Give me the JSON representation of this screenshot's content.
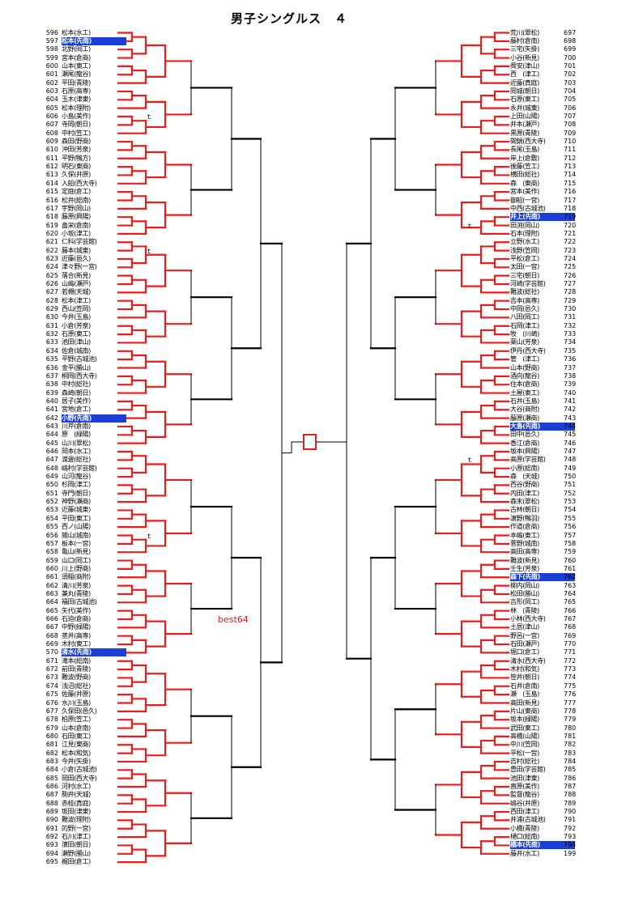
{
  "title": "男子シングルス　４",
  "best_label": "best64",
  "colors": {
    "line": "#e61e1e",
    "seed_bg": "#1b3fd6",
    "seed_fg": "#ffffff"
  },
  "left_players": [
    {
      "num": "596",
      "name": "松本(水工)",
      "seed": false
    },
    {
      "num": "597",
      "name": "松本(先南)",
      "seed": true
    },
    {
      "num": "598",
      "name": "北野(岡工)",
      "seed": false
    },
    {
      "num": "599",
      "name": "宮本(倉商)",
      "seed": false
    },
    {
      "num": "600",
      "name": "山本(東工)",
      "seed": false
    },
    {
      "num": "601",
      "name": "瀬尾(龍谷)",
      "seed": false
    },
    {
      "num": "602",
      "name": "平田(青陵)",
      "seed": false
    },
    {
      "num": "603",
      "name": "石原(高専)",
      "seed": false
    },
    {
      "num": "604",
      "name": "玉木(津東)",
      "seed": false
    },
    {
      "num": "605",
      "name": "松本(理附)",
      "seed": false
    },
    {
      "num": "606",
      "name": "小島(美作)",
      "seed": false
    },
    {
      "num": "607",
      "name": "寺岡(朝日)",
      "seed": false
    },
    {
      "num": "608",
      "name": "中村(笠工)",
      "seed": false
    },
    {
      "num": "609",
      "name": "森田(野商)",
      "seed": false
    },
    {
      "num": "610",
      "name": "沖田(芳泉)",
      "seed": false
    },
    {
      "num": "611",
      "name": "平野(鴨方)",
      "seed": false
    },
    {
      "num": "612",
      "name": "明石(東商)",
      "seed": false
    },
    {
      "num": "613",
      "name": "久保(井原)",
      "seed": false
    },
    {
      "num": "614",
      "name": "入船(西大寺)",
      "seed": false
    },
    {
      "num": "615",
      "name": "定庭(倉工)",
      "seed": false
    },
    {
      "num": "616",
      "name": "松井(総南)",
      "seed": false
    },
    {
      "num": "617",
      "name": "宇野(岡山)",
      "seed": false
    },
    {
      "num": "618",
      "name": "藤原(興陽)",
      "seed": false
    },
    {
      "num": "619",
      "name": "畠栄(倉南)",
      "seed": false
    },
    {
      "num": "620",
      "name": "小坂(津工)",
      "seed": false
    },
    {
      "num": "621",
      "name": "仁科(学芸館)",
      "seed": false
    },
    {
      "num": "622",
      "name": "藤本(城東)",
      "seed": false
    },
    {
      "num": "623",
      "name": "近藤(邑久)",
      "seed": false
    },
    {
      "num": "624",
      "name": "津々野(一宮)",
      "seed": false
    },
    {
      "num": "625",
      "name": "落合(新見)",
      "seed": false
    },
    {
      "num": "626",
      "name": "山嶋(瀬戸)",
      "seed": false
    },
    {
      "num": "627",
      "name": "若槻(天城)",
      "seed": false
    },
    {
      "num": "628",
      "name": "松本(津工)",
      "seed": false
    },
    {
      "num": "629",
      "name": "西山(笠岡)",
      "seed": false
    },
    {
      "num": "630",
      "name": "今井(玉島)",
      "seed": false
    },
    {
      "num": "631",
      "name": "小倉(芳泉)",
      "seed": false
    },
    {
      "num": "632",
      "name": "石原(東工)",
      "seed": false
    },
    {
      "num": "633",
      "name": "池田(津山)",
      "seed": false
    },
    {
      "num": "634",
      "name": "佐倉(城南)",
      "seed": false
    },
    {
      "num": "635",
      "name": "平野(古城池)",
      "seed": false
    },
    {
      "num": "636",
      "name": "金平(勝山)",
      "seed": false
    },
    {
      "num": "637",
      "name": "桐岡(西大寺)",
      "seed": false
    },
    {
      "num": "638",
      "name": "中村(総社)",
      "seed": false
    },
    {
      "num": "639",
      "name": "森崎(朝日)",
      "seed": false
    },
    {
      "num": "640",
      "name": "居子(美作)",
      "seed": false
    },
    {
      "num": "641",
      "name": "宮地(倉工)",
      "seed": false
    },
    {
      "num": "642",
      "name": "小野(先南)",
      "seed": true
    },
    {
      "num": "643",
      "name": "川芹(倉南)",
      "seed": false
    },
    {
      "num": "644",
      "name": "原　(緑陽)",
      "seed": false
    },
    {
      "num": "645",
      "name": "山川(翠松)",
      "seed": false
    },
    {
      "num": "646",
      "name": "岡本(水工)",
      "seed": false
    },
    {
      "num": "647",
      "name": "渡邊(総社)",
      "seed": false
    },
    {
      "num": "648",
      "name": "嶋村(学芸館)",
      "seed": false
    },
    {
      "num": "649",
      "name": "山河(龍谷)",
      "seed": false
    },
    {
      "num": "650",
      "name": "杉岡(津工)",
      "seed": false
    },
    {
      "num": "651",
      "name": "寺門(朝日)",
      "seed": false
    },
    {
      "num": "652",
      "name": "神野(瀬商)",
      "seed": false
    },
    {
      "num": "653",
      "name": "近藤(城東)",
      "seed": false
    },
    {
      "num": "654",
      "name": "平田(東工)",
      "seed": false
    },
    {
      "num": "655",
      "name": "西ノ(山陽)",
      "seed": false
    },
    {
      "num": "656",
      "name": "雑山(城南)",
      "seed": false
    },
    {
      "num": "657",
      "name": "板本(一宮)",
      "seed": false
    },
    {
      "num": "658",
      "name": "亀山(新見)",
      "seed": false
    },
    {
      "num": "659",
      "name": "山口(岡工)",
      "seed": false
    },
    {
      "num": "660",
      "name": "川上(野商)",
      "seed": false
    },
    {
      "num": "661",
      "name": "須稲(商附)",
      "seed": false
    },
    {
      "num": "662",
      "name": "清川(芳泉)",
      "seed": false
    },
    {
      "num": "663",
      "name": "兼丸(青陵)",
      "seed": false
    },
    {
      "num": "664",
      "name": "福田(古城池)",
      "seed": false
    },
    {
      "num": "665",
      "name": "矢代(美作)",
      "seed": false
    },
    {
      "num": "666",
      "name": "石迫(倉商)",
      "seed": false
    },
    {
      "num": "667",
      "name": "中野(緑陽)",
      "seed": false
    },
    {
      "num": "668",
      "name": "茎井(高専)",
      "seed": false
    },
    {
      "num": "669",
      "name": "木村(東工)",
      "seed": false
    },
    {
      "num": "570",
      "name": "清水(先南)",
      "seed": true
    },
    {
      "num": "671",
      "name": "滝本(総南)",
      "seed": false
    },
    {
      "num": "672",
      "name": "前田(青陵)",
      "seed": false
    },
    {
      "num": "673",
      "name": "難波(野商)",
      "seed": false
    },
    {
      "num": "674",
      "name": "浅沼(総社)",
      "seed": false
    },
    {
      "num": "675",
      "name": "佐藤(井原)",
      "seed": false
    },
    {
      "num": "676",
      "name": "水川(玉島)",
      "seed": false
    },
    {
      "num": "677",
      "name": "久保田(邑久)",
      "seed": false
    },
    {
      "num": "678",
      "name": "柏原(笠工)",
      "seed": false
    },
    {
      "num": "679",
      "name": "山本(倉南)",
      "seed": false
    },
    {
      "num": "680",
      "name": "石田(東工)",
      "seed": false
    },
    {
      "num": "681",
      "name": "江見(東商)",
      "seed": false
    },
    {
      "num": "682",
      "name": "松本(和気)",
      "seed": false
    },
    {
      "num": "683",
      "name": "今井(矢掛)",
      "seed": false
    },
    {
      "num": "684",
      "name": "小倉(古城池)",
      "seed": false
    },
    {
      "num": "685",
      "name": "岡田(西大寺)",
      "seed": false
    },
    {
      "num": "686",
      "name": "河村(水工)",
      "seed": false
    },
    {
      "num": "687",
      "name": "駒井(天城)",
      "seed": false
    },
    {
      "num": "688",
      "name": "赤枝(真庭)",
      "seed": false
    },
    {
      "num": "689",
      "name": "坂田(津東)",
      "seed": false
    },
    {
      "num": "690",
      "name": "難波(理附)",
      "seed": false
    },
    {
      "num": "691",
      "name": "的野(一宮)",
      "seed": false
    },
    {
      "num": "692",
      "name": "石川(津工)",
      "seed": false
    },
    {
      "num": "693",
      "name": "濱田(朝日)",
      "seed": false
    },
    {
      "num": "694",
      "name": "瀬野(勝山)",
      "seed": false
    },
    {
      "num": "695",
      "name": "梶田(倉工)",
      "seed": false
    }
  ],
  "right_players": [
    {
      "num": "697",
      "name": "荒川(翠松)",
      "seed": false
    },
    {
      "num": "698",
      "name": "藤村(倉南)",
      "seed": false
    },
    {
      "num": "699",
      "name": "三宅(矢掛)",
      "seed": false
    },
    {
      "num": "700",
      "name": "小谷(新見)",
      "seed": false
    },
    {
      "num": "701",
      "name": "舜安(津山)",
      "seed": false
    },
    {
      "num": "702",
      "name": "西　(津工)",
      "seed": false
    },
    {
      "num": "703",
      "name": "近藤(真庭)",
      "seed": false
    },
    {
      "num": "704",
      "name": "岡城(朝日)",
      "seed": false
    },
    {
      "num": "705",
      "name": "石原(東工)",
      "seed": false
    },
    {
      "num": "706",
      "name": "永井(城東)",
      "seed": false
    },
    {
      "num": "707",
      "name": "上田(山陽)",
      "seed": false
    },
    {
      "num": "708",
      "name": "井本(瀬戸)",
      "seed": false
    },
    {
      "num": "709",
      "name": "黒原(青陵)",
      "seed": false
    },
    {
      "num": "710",
      "name": "間鍋(西大寺)",
      "seed": false
    },
    {
      "num": "711",
      "name": "長尾(玉島)",
      "seed": false
    },
    {
      "num": "712",
      "name": "岸上(倉敷)",
      "seed": false
    },
    {
      "num": "713",
      "name": "後藤(笠工)",
      "seed": false
    },
    {
      "num": "714",
      "name": "横田(総社)",
      "seed": false
    },
    {
      "num": "715",
      "name": "森　(東商)",
      "seed": false
    },
    {
      "num": "716",
      "name": "宮本(美作)",
      "seed": false
    },
    {
      "num": "717",
      "name": "御船(一宮)",
      "seed": false
    },
    {
      "num": "718",
      "name": "中西(古城池)",
      "seed": false
    },
    {
      "num": "719",
      "name": "井上(先南)",
      "seed": true
    },
    {
      "num": "720",
      "name": "田渕(岡山)",
      "seed": false
    },
    {
      "num": "721",
      "name": "石本(理附)",
      "seed": false
    },
    {
      "num": "722",
      "name": "立野(水工)",
      "seed": false
    },
    {
      "num": "723",
      "name": "浅野(笠岡)",
      "seed": false
    },
    {
      "num": "724",
      "name": "平松(倉工)",
      "seed": false
    },
    {
      "num": "725",
      "name": "太田(一宮)",
      "seed": false
    },
    {
      "num": "726",
      "name": "三宅(朝日)",
      "seed": false
    },
    {
      "num": "727",
      "name": "河崎(学芸館)",
      "seed": false
    },
    {
      "num": "728",
      "name": "難波(総社)",
      "seed": false
    },
    {
      "num": "729",
      "name": "吉本(高専)",
      "seed": false
    },
    {
      "num": "730",
      "name": "中岡(邑久)",
      "seed": false
    },
    {
      "num": "731",
      "name": "八田(岡工)",
      "seed": false
    },
    {
      "num": "732",
      "name": "石岡(津工)",
      "seed": false
    },
    {
      "num": "733",
      "name": "牧　(川崎)",
      "seed": false
    },
    {
      "num": "734",
      "name": "薬山(芳泉)",
      "seed": false
    },
    {
      "num": "735",
      "name": "伊丹(西大寺)",
      "seed": false
    },
    {
      "num": "736",
      "name": "管　(津工)",
      "seed": false
    },
    {
      "num": "737",
      "name": "山本(野商)",
      "seed": false
    },
    {
      "num": "738",
      "name": "酒向(龍谷)",
      "seed": false
    },
    {
      "num": "739",
      "name": "住本(倉商)",
      "seed": false
    },
    {
      "num": "740",
      "name": "土屋(東工)",
      "seed": false
    },
    {
      "num": "741",
      "name": "石井(玉島)",
      "seed": false
    },
    {
      "num": "742",
      "name": "大谷(商附)",
      "seed": false
    },
    {
      "num": "743",
      "name": "藤原(瀬商)",
      "seed": false
    },
    {
      "num": "744",
      "name": "大島(先南)",
      "seed": true
    },
    {
      "num": "745",
      "name": "田中(邑久)",
      "seed": false
    },
    {
      "num": "746",
      "name": "香江(倉商)",
      "seed": false
    },
    {
      "num": "747",
      "name": "坂本(興陽)",
      "seed": false
    },
    {
      "num": "748",
      "name": "高原(学芸館)",
      "seed": false
    },
    {
      "num": "749",
      "name": "小原(総南)",
      "seed": false
    },
    {
      "num": "750",
      "name": "森　(天城)",
      "seed": false
    },
    {
      "num": "751",
      "name": "西谷(野商)",
      "seed": false
    },
    {
      "num": "752",
      "name": "内田(津工)",
      "seed": false
    },
    {
      "num": "753",
      "name": "森末(翠松)",
      "seed": false
    },
    {
      "num": "754",
      "name": "古林(朝日)",
      "seed": false
    },
    {
      "num": "755",
      "name": "濵野(鴨羽)",
      "seed": false
    },
    {
      "num": "756",
      "name": "作道(倉商)",
      "seed": false
    },
    {
      "num": "757",
      "name": "本嶋(東工)",
      "seed": false
    },
    {
      "num": "758",
      "name": "菅野(城南)",
      "seed": false
    },
    {
      "num": "759",
      "name": "高田(高専)",
      "seed": false
    },
    {
      "num": "760",
      "name": "難波(新見)",
      "seed": false
    },
    {
      "num": "761",
      "name": "壬生(芳泉)",
      "seed": false
    },
    {
      "num": "762",
      "name": "森下(先南)",
      "seed": true
    },
    {
      "num": "763",
      "name": "柳内(岡山)",
      "seed": false
    },
    {
      "num": "764",
      "name": "松田(勝山)",
      "seed": false
    },
    {
      "num": "765",
      "name": "吉形(岡工)",
      "seed": false
    },
    {
      "num": "766",
      "name": "林　(青陵)",
      "seed": false
    },
    {
      "num": "767",
      "name": "小林(西大寺)",
      "seed": false
    },
    {
      "num": "768",
      "name": "土居(津山)",
      "seed": false
    },
    {
      "num": "769",
      "name": "野呂(一宮)",
      "seed": false
    },
    {
      "num": "770",
      "name": "石田(瀬戸)",
      "seed": false
    },
    {
      "num": "771",
      "name": "堀口(倉工)",
      "seed": false
    },
    {
      "num": "772",
      "name": "清水(西大寺)",
      "seed": false
    },
    {
      "num": "773",
      "name": "木村(和気)",
      "seed": false
    },
    {
      "num": "774",
      "name": "笹井(朝日)",
      "seed": false
    },
    {
      "num": "775",
      "name": "石井(倉南)",
      "seed": false
    },
    {
      "num": "776",
      "name": "瀬　(玉島)",
      "seed": false
    },
    {
      "num": "777",
      "name": "高田(新見)",
      "seed": false
    },
    {
      "num": "778",
      "name": "片山(東商)",
      "seed": false
    },
    {
      "num": "779",
      "name": "坂本(緑陽)",
      "seed": false
    },
    {
      "num": "780",
      "name": "武田(東工)",
      "seed": false
    },
    {
      "num": "781",
      "name": "高橋(山陽)",
      "seed": false
    },
    {
      "num": "782",
      "name": "中川(笠岡)",
      "seed": false
    },
    {
      "num": "783",
      "name": "平松(一宮)",
      "seed": false
    },
    {
      "num": "784",
      "name": "吉村(総社)",
      "seed": false
    },
    {
      "num": "785",
      "name": "豊田(学芸館)",
      "seed": false
    },
    {
      "num": "786",
      "name": "池田(津東)",
      "seed": false
    },
    {
      "num": "787",
      "name": "直原(美作)",
      "seed": false
    },
    {
      "num": "788",
      "name": "監督(龍谷)",
      "seed": false
    },
    {
      "num": "789",
      "name": "嶋谷(井原)",
      "seed": false
    },
    {
      "num": "790",
      "name": "西田(津工)",
      "seed": false
    },
    {
      "num": "791",
      "name": "井浦(古城池)",
      "seed": false
    },
    {
      "num": "792",
      "name": "小橋(青陵)",
      "seed": false
    },
    {
      "num": "793",
      "name": "樋口(総南)",
      "seed": false
    },
    {
      "num": "794",
      "name": "橋本(先南)",
      "seed": true
    },
    {
      "num": "199",
      "name": "藤井(水工)",
      "seed": false
    }
  ],
  "marks": {
    "symbol": "ｔ",
    "left_rows": [
      10,
      26,
      60
    ],
    "right_rows": [
      23,
      51
    ]
  }
}
